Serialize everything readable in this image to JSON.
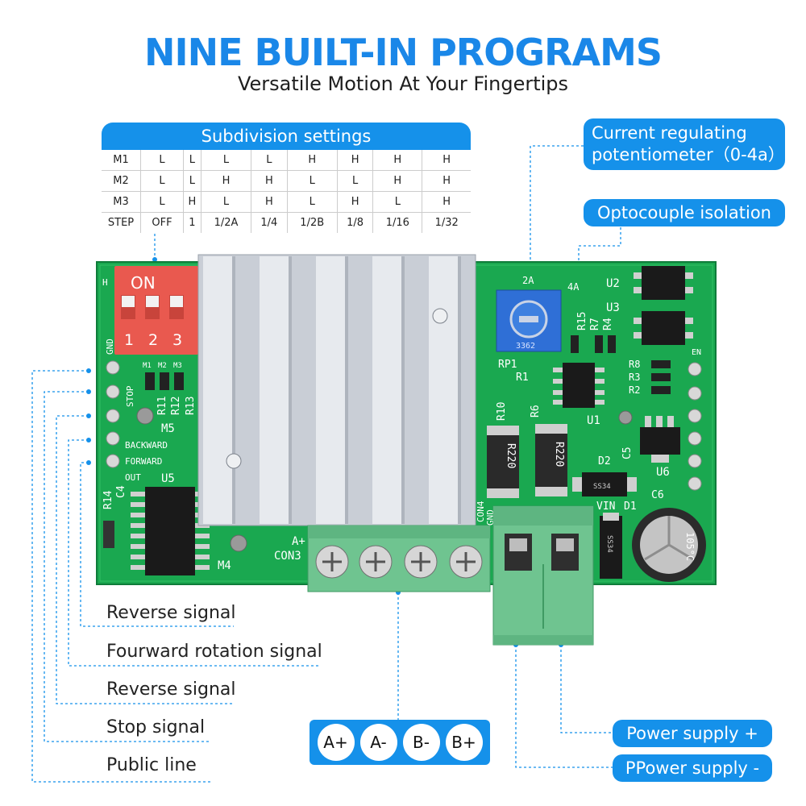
{
  "title": "NINE BUILT-IN PROGRAMS",
  "subtitle": "Versatile Motion At Your Fingertips",
  "colors": {
    "accent": "#1591ea",
    "title": "#1a87e8",
    "pcb": "#1aa850",
    "heatsink": "#c9ced6",
    "dip": "#e9594f",
    "terminal": "#6fc490"
  },
  "subdivision": {
    "header": "Subdivision settings",
    "rows": [
      [
        "M1",
        "L",
        "L",
        "L",
        "L",
        "H",
        "H",
        "H",
        "H"
      ],
      [
        "M2",
        "L",
        "L",
        "H",
        "H",
        "L",
        "L",
        "H",
        "H"
      ],
      [
        "M3",
        "L",
        "H",
        "L",
        "H",
        "L",
        "H",
        "L",
        "H"
      ],
      [
        "STEP",
        "OFF",
        "1",
        "1/2A",
        "1/4",
        "1/2B",
        "1/8",
        "1/16",
        "1/32"
      ]
    ]
  },
  "callouts": {
    "potentiometer": [
      "Current regulating",
      "potentiometer（0-4a）"
    ],
    "optocoupler": "Optocouple isolation",
    "power_plus": "Power supply +",
    "power_minus": "PPower supply -"
  },
  "signals": [
    "Reverse signal",
    "Fourward rotation signal",
    "Reverse signal",
    "Stop signal",
    "Public line"
  ],
  "terminals": [
    "A+",
    "A-",
    "B-",
    "B+"
  ],
  "board": {
    "dip_on": "ON",
    "dip_nums": [
      "1",
      "2",
      "3"
    ],
    "dip_h": "H",
    "gnd": "GND",
    "stop": "STOP",
    "backward": "BACKWARD",
    "forward": "FORWARD",
    "out": "OUT",
    "m_labels": [
      "M1",
      "M2",
      "M3"
    ],
    "r11": "R11",
    "r12": "R12",
    "r13": "R13",
    "m5": "M5",
    "m4": "M4",
    "u5": "U5",
    "r14": "R14",
    "c4": "C4",
    "con3": "CON3",
    "a_plus": "A+",
    "con4": "CON4",
    "gnd2": "GND",
    "vin": "VIN",
    "pot_2a": "2A",
    "pot_4a": "4A",
    "pot_marking": "3362",
    "rp1": "RP1",
    "r15": "R15",
    "r7": "R7",
    "r4": "R4",
    "u2": "U2",
    "u3": "U3",
    "en": "EN",
    "r8": "R8",
    "r3": "R3",
    "r2": "R2",
    "r1": "R1",
    "r10": "R10",
    "r6": "R6",
    "u1": "U1",
    "c5": "C5",
    "u6": "U6",
    "d2": "D2",
    "d1": "D1",
    "c6": "C6",
    "res_marking": "R220",
    "diode_marking": "SS34",
    "cap_marking": "105°C"
  }
}
